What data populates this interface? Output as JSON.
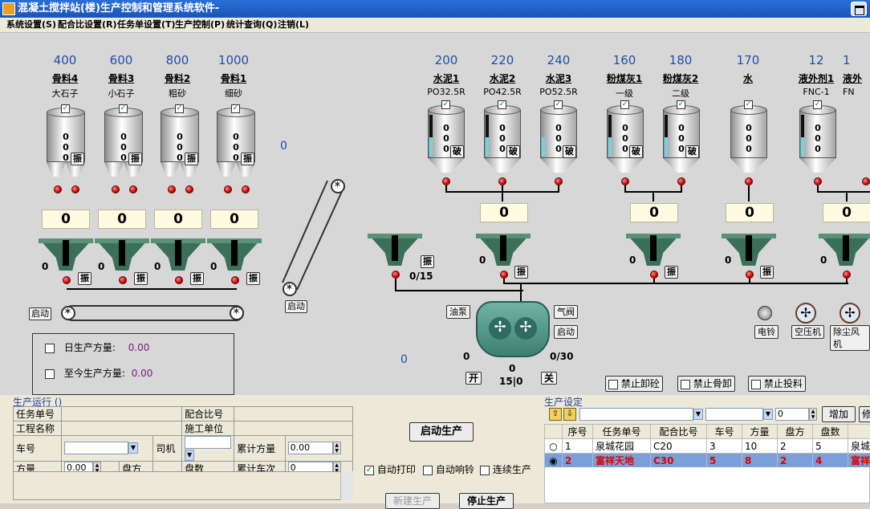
{
  "window": {
    "title": "混凝土搅拌站(楼)生产控制和管理系统软件-"
  },
  "menu": [
    "系统设置(S)",
    "配合比设置(R)",
    "任务单设置(T)",
    "生产控制(P)",
    "统计查询(Q)",
    "注销(L)"
  ],
  "aggregates": [
    {
      "value": "400",
      "name": "骨料4",
      "sub": "大石子"
    },
    {
      "value": "600",
      "name": "骨料3",
      "sub": "小石子"
    },
    {
      "value": "800",
      "name": "骨料2",
      "sub": "粗砂"
    },
    {
      "value": "1000",
      "name": "骨料1",
      "sub": "细砂"
    }
  ],
  "cement": [
    {
      "value": "200",
      "name": "水泥1",
      "sub": "PO32.5R"
    },
    {
      "value": "220",
      "name": "水泥2",
      "sub": "PO42.5R"
    },
    {
      "value": "240",
      "name": "水泥3",
      "sub": "PO52.5R"
    },
    {
      "value": "160",
      "name": "粉煤灰1",
      "sub": "一级"
    },
    {
      "value": "180",
      "name": "粉煤灰2",
      "sub": "二级"
    },
    {
      "value": "170",
      "name": "水",
      "sub": ""
    },
    {
      "value": "12",
      "name": "液外剂1",
      "sub": "FNC-1"
    },
    {
      "value": "1",
      "name": "液外",
      "sub": "FN"
    }
  ],
  "silo_zero": "0",
  "vibrate_label": "振",
  "break_label": "破",
  "scales": {
    "agg": [
      "0",
      "0",
      "0",
      "0"
    ],
    "cement": "0",
    "flyash": "0",
    "water": "0",
    "additive": "0"
  },
  "hopper_zero": "0",
  "conveyor_count": "0",
  "start_label": "启动",
  "incline_start": "启动",
  "oil_pump": "油泵",
  "air_valve": "气阀",
  "mixer_start": "启动",
  "mixer_left": "0",
  "mixer_right": "0/30",
  "mixer_bottom": "0",
  "mixer_time": "15|0",
  "open_label": "开",
  "close_label": "关",
  "small_hopper_count": "0/15",
  "left_zero": "0",
  "bell": "电铃",
  "compressor": "空压机",
  "dust_fan": "除尘风机",
  "daily": {
    "label": "日生产方量:",
    "value": "0.00"
  },
  "total": {
    "label": "至今生产方量:",
    "value": "0.00"
  },
  "forbid": [
    "禁止卸砼",
    "禁止骨卸",
    "禁止投料"
  ],
  "run_panel": {
    "title": "生产运行",
    "task_no": "任务单号",
    "mix_no": "配合比号",
    "project": "工程名称",
    "unit": "施工单位",
    "truck": "车号",
    "driver": "司机",
    "cum": "累计方量",
    "cum_val": "0.00",
    "volume": "方量",
    "vol_val": "0.00",
    "pan": "盘方",
    "pan_count": "盘数",
    "trips": "累计车次",
    "trips_val": "0"
  },
  "start_production": "启动生产",
  "auto_print": "自动打印",
  "auto_bell": "自动响铃",
  "continuous": "连续生产",
  "new_prod": "新建生产",
  "stop_prod": "停止生产",
  "settings_panel": {
    "title": "生产设定",
    "spin_val": "0",
    "add": "增加",
    "cut": "修",
    "headers": [
      "序号",
      "任务单号",
      "配合比号",
      "车号",
      "方量",
      "盘方",
      "盘数",
      ""
    ],
    "rows": [
      [
        "1",
        "泉城花园",
        "C20",
        "3",
        "10",
        "2",
        "5",
        "泉城"
      ],
      [
        "2",
        "富祥天地",
        "C30",
        "5",
        "8",
        "2",
        "4",
        "富祥"
      ]
    ]
  }
}
